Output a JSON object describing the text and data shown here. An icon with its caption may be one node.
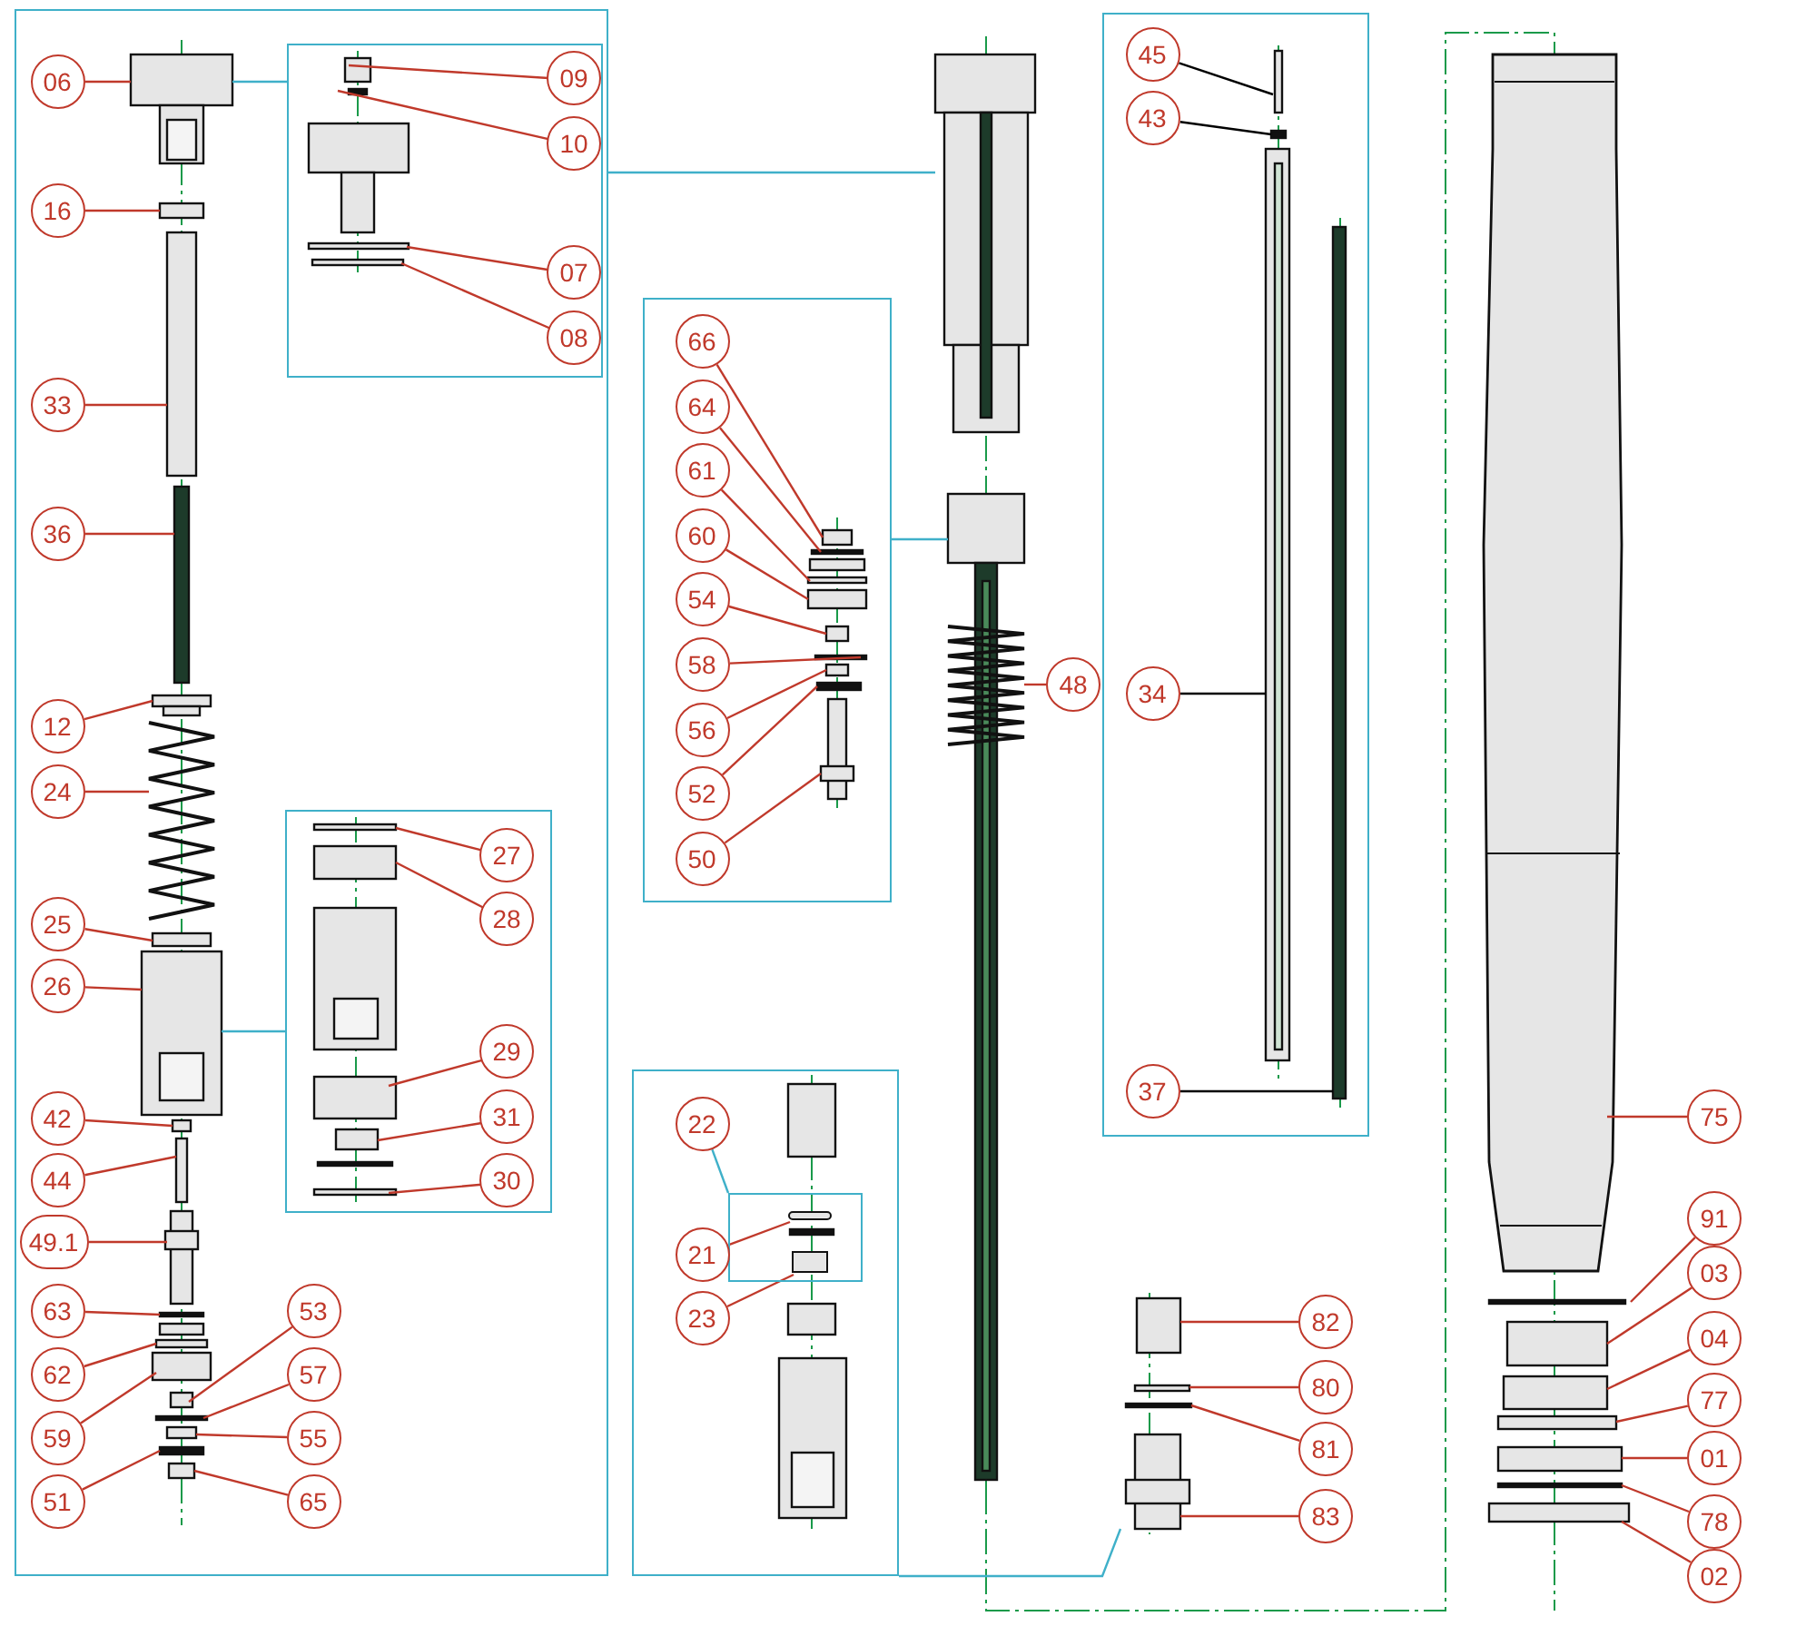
{
  "diagram": {
    "nodes": [
      {
        "text": [],
        "shape": "box"
      },
      {
        "text": [
          "06"
        ],
        "in": 0
      },
      {
        "text": [],
        "shape": "box",
        "in": 0
      },
      {
        "text": [
          "09"
        ],
        "in": 2
      },
      {
        "text": [
          "10"
        ],
        "in": 2
      },
      {
        "text": [
          "07"
        ],
        "in": 2
      },
      {
        "text": [
          "08"
        ],
        "in": 2
      },
      {
        "text": [
          "16"
        ],
        "in": 0
      },
      {
        "text": [
          "33"
        ],
        "in": 0
      },
      {
        "text": [
          "36"
        ],
        "in": 0
      },
      {
        "text": [
          "12"
        ],
        "in": 0
      },
      {
        "text": [
          "24"
        ],
        "in": 0
      },
      {
        "text": [],
        "shape": "box",
        "in": 0
      },
      {
        "text": [
          "27"
        ],
        "in": 12
      },
      {
        "text": [
          "28"
        ],
        "in": 12
      },
      {
        "text": [
          "29"
        ],
        "in": 12
      },
      {
        "text": [
          "31"
        ],
        "in": 12
      },
      {
        "text": [
          "30"
        ],
        "in": 12
      },
      {
        "text": [
          "25"
        ],
        "in": 0
      },
      {
        "text": [
          "26"
        ],
        "in": 0
      },
      {
        "text": [
          "42"
        ],
        "in": 0
      },
      {
        "text": [
          "44"
        ],
        "in": 0
      },
      {
        "text": [
          "49.1"
        ],
        "in": 0
      },
      {
        "text": [
          "63"
        ],
        "in": 0
      },
      {
        "text": [
          "53"
        ],
        "in": 0
      },
      {
        "text": [
          "62"
        ],
        "in": 0
      },
      {
        "text": [
          "57"
        ],
        "in": 0
      },
      {
        "text": [
          "59"
        ],
        "in": 0
      },
      {
        "text": [
          "55"
        ],
        "in": 0
      },
      {
        "text": [
          "51"
        ],
        "in": 0
      },
      {
        "text": [
          "65"
        ],
        "in": 0
      },
      {
        "text": [],
        "shape": "box"
      },
      {
        "text": [
          "66"
        ],
        "in": 31
      },
      {
        "text": [
          "64"
        ],
        "in": 31
      },
      {
        "text": [
          "61"
        ],
        "in": 31
      },
      {
        "text": [
          "60"
        ],
        "in": 31
      },
      {
        "text": [
          "54"
        ],
        "in": 31
      },
      {
        "text": [
          "58"
        ],
        "in": 31
      },
      {
        "text": [
          "56"
        ],
        "in": 31
      },
      {
        "text": [
          "52"
        ],
        "in": 31
      },
      {
        "text": [
          "50"
        ],
        "in": 31
      },
      {
        "text": [
          "48"
        ]
      },
      {
        "text": [],
        "shape": "box"
      },
      {
        "text": [
          "22"
        ],
        "in": 42
      },
      {
        "text": [],
        "shape": "box",
        "in": 42
      },
      {
        "text": [
          "21"
        ],
        "in": 42
      },
      {
        "text": [
          "23"
        ],
        "in": 42
      },
      {
        "text": [],
        "shape": "box"
      },
      {
        "text": [
          "45"
        ],
        "in": 47
      },
      {
        "text": [
          "43"
        ],
        "in": 47
      },
      {
        "text": [
          "34"
        ],
        "in": 47
      },
      {
        "text": [
          "37"
        ],
        "in": 47
      },
      {
        "text": [
          "82"
        ]
      },
      {
        "text": [
          "80"
        ]
      },
      {
        "text": [
          "81"
        ]
      },
      {
        "text": [
          "83"
        ]
      },
      {
        "text": [
          "75"
        ]
      },
      {
        "text": [
          "91"
        ]
      },
      {
        "text": [
          "03"
        ]
      },
      {
        "text": [
          "04"
        ]
      },
      {
        "text": [
          "77"
        ]
      },
      {
        "text": [
          "01"
        ]
      },
      {
        "text": [
          "78"
        ]
      },
      {
        "text": [
          "02"
        ]
      },
      {
        "text": [],
        "shape": "bar",
        "in": 44
      },
      {
        "text": [],
        "shape": "box",
        "in": 44
      }
    ],
    "edges": [
      {
        "from": 1,
        "to": null,
        "arrow": "none"
      },
      {
        "from": 3,
        "to": null,
        "arrow": "none"
      },
      {
        "from": 4,
        "to": null,
        "arrow": "none"
      },
      {
        "from": 5,
        "to": null,
        "arrow": "none"
      },
      {
        "from": 6,
        "to": null,
        "arrow": "none"
      },
      {
        "from": 7,
        "to": null,
        "arrow": "none"
      },
      {
        "from": 8,
        "to": null,
        "arrow": "none"
      },
      {
        "from": 9,
        "to": null,
        "arrow": "none"
      },
      {
        "from": 10,
        "to": null,
        "arrow": "none"
      },
      {
        "from": 11,
        "to": null,
        "arrow": "none"
      },
      {
        "from": 13,
        "to": null,
        "arrow": "none"
      },
      {
        "from": 14,
        "to": null,
        "arrow": "none"
      },
      {
        "from": 15,
        "to": null,
        "arrow": "none"
      },
      {
        "from": 16,
        "to": null,
        "arrow": "none"
      },
      {
        "from": 17,
        "to": null,
        "arrow": "none"
      },
      {
        "from": 18,
        "to": null,
        "arrow": "none"
      },
      {
        "from": 19,
        "to": null,
        "arrow": "none"
      },
      {
        "from": 20,
        "to": null,
        "arrow": "none"
      },
      {
        "from": 21,
        "to": null,
        "arrow": "none"
      },
      {
        "from": 22,
        "to": null,
        "arrow": "none"
      },
      {
        "from": 23,
        "to": null,
        "arrow": "none"
      },
      {
        "from": 24,
        "to": null,
        "arrow": "none"
      },
      {
        "from": 25,
        "to": null,
        "arrow": "none"
      },
      {
        "from": 26,
        "to": null,
        "arrow": "none"
      },
      {
        "from": 27,
        "to": null,
        "arrow": "none"
      },
      {
        "from": 28,
        "to": null,
        "arrow": "none"
      },
      {
        "from": 29,
        "to": null,
        "arrow": "none"
      },
      {
        "from": 30,
        "to": null,
        "arrow": "none"
      },
      {
        "from": 32,
        "to": null,
        "arrow": "none"
      },
      {
        "from": 33,
        "to": null,
        "arrow": "none"
      },
      {
        "from": 34,
        "to": null,
        "arrow": "none"
      },
      {
        "from": 35,
        "to": null,
        "arrow": "none"
      },
      {
        "from": 36,
        "to": null,
        "arrow": "none"
      },
      {
        "from": 37,
        "to": null,
        "arrow": "none"
      },
      {
        "from": 38,
        "to": null,
        "arrow": "none"
      },
      {
        "from": 39,
        "to": null,
        "arrow": "none"
      },
      {
        "from": 40,
        "to": null,
        "arrow": "none"
      },
      {
        "from": 41,
        "to": null,
        "arrow": "none"
      },
      {
        "from": 43,
        "to": 44,
        "arrow": "none",
        "color": "#3fb0c9"
      },
      {
        "from": 45,
        "to": 64,
        "arrow": "none"
      },
      {
        "from": 46,
        "to": 65,
        "arrow": "none"
      },
      {
        "from": 48,
        "to": null,
        "arrow": "none",
        "color": "#000000"
      },
      {
        "from": 49,
        "to": null,
        "arrow": "none",
        "color": "#000000"
      },
      {
        "from": 50,
        "to": null,
        "arrow": "none",
        "color": "#000000"
      },
      {
        "from": 51,
        "to": null,
        "arrow": "none",
        "color": "#000000"
      },
      {
        "from": 52,
        "to": null,
        "arrow": "none"
      },
      {
        "from": 53,
        "to": null,
        "arrow": "none"
      },
      {
        "from": 54,
        "to": null,
        "arrow": "none"
      },
      {
        "from": 55,
        "to": null,
        "arrow": "none"
      },
      {
        "from": 56,
        "to": null,
        "arrow": "none"
      },
      {
        "from": 57,
        "to": null,
        "arrow": "none"
      },
      {
        "from": 58,
        "to": null,
        "arrow": "none"
      },
      {
        "from": 59,
        "to": null,
        "arrow": "none"
      },
      {
        "from": 60,
        "to": null,
        "arrow": "none"
      },
      {
        "from": 61,
        "to": null,
        "arrow": "none"
      },
      {
        "from": 62,
        "to": null,
        "arrow": "none"
      },
      {
        "from": 63,
        "to": null,
        "arrow": "none"
      },
      {
        "from": 0,
        "to": null,
        "arrow": "none",
        "color": "#3fb0c9"
      },
      {
        "from": 2,
        "to": null,
        "arrow": "none",
        "color": "#3fb0c9"
      },
      {
        "from": 12,
        "to": null,
        "arrow": "none",
        "color": "#3fb0c9"
      },
      {
        "from": 31,
        "to": null,
        "arrow": "none",
        "color": "#3fb0c9"
      },
      {
        "from": 42,
        "to": null,
        "arrow": "none",
        "color": "#3fb0c9"
      }
    ]
  }
}
